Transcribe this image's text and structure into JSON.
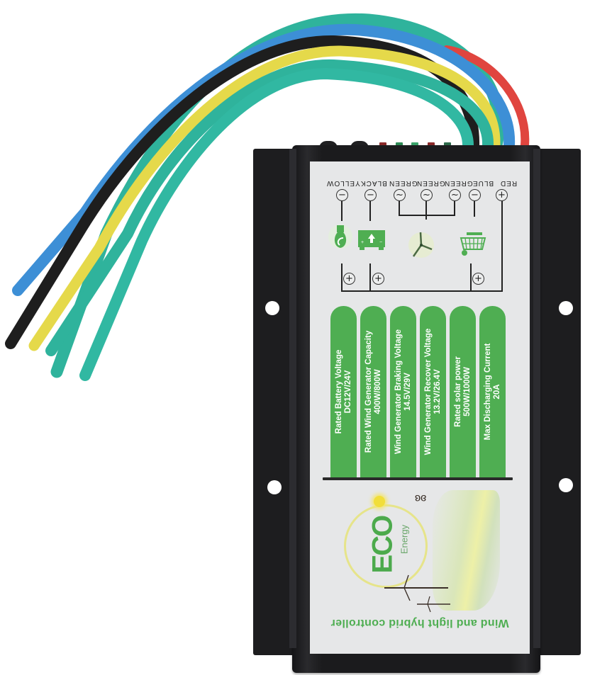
{
  "product": {
    "title": "Wind and light hybrid controller",
    "housing_color": "#1d1d1f",
    "label_color": "#e6e7e8",
    "accent_green": "#4fae52"
  },
  "terminals": [
    {
      "wire": "YELLOW",
      "symbol": "−",
      "color": "#e5d94a"
    },
    {
      "wire": "BLACK",
      "symbol": "−",
      "color": "#1e1e1e"
    },
    {
      "wire": "GREEN",
      "symbol": "~",
      "color": "#2fb39c"
    },
    {
      "wire": "GREEN",
      "symbol": "~",
      "color": "#2fb39c"
    },
    {
      "wire": "GREEN",
      "symbol": "~",
      "color": "#2fb39c"
    },
    {
      "wire": "BLUE",
      "symbol": "−",
      "color": "#3d8fd6"
    },
    {
      "wire": "RED",
      "symbol": "+",
      "color": "#e0453f"
    }
  ],
  "lower_terminals": [
    {
      "symbol": "+"
    },
    {
      "symbol": "+"
    },
    {
      "symbol": "+"
    }
  ],
  "icons": [
    {
      "name": "light-bulb-load-icon"
    },
    {
      "name": "battery-icon"
    },
    {
      "name": "wind-turbine-icon"
    },
    {
      "name": "solar-panel-icon"
    }
  ],
  "specs": [
    {
      "label": "Rated Battery Voltage",
      "value": "DC12V/24V"
    },
    {
      "label": "Rated Wind Generator Capacity",
      "value": "400W/800W"
    },
    {
      "label": "Wind Generator Braking Voltage",
      "value": "14.5V/29V"
    },
    {
      "label": "Wind Generator Recover Voltage",
      "value": "13.2V/26.4V"
    },
    {
      "label": "Rated solar power",
      "value": "500W/1000W"
    },
    {
      "label": "Max Discharging Current",
      "value": "20A"
    }
  ],
  "logo": {
    "main": "ECO",
    "sub": "Energy"
  },
  "leds": [
    {
      "color": "#8a2a2a"
    },
    {
      "color": "#2e8a55"
    },
    {
      "color": "#3aa36a"
    },
    {
      "color": "#8a2a2a"
    },
    {
      "color": "#2e6a4a"
    }
  ]
}
